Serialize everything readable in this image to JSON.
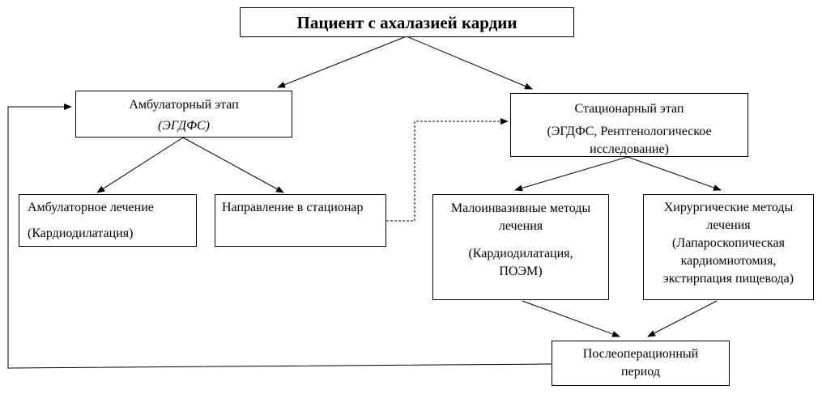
{
  "root": {
    "label": "Пациент с ахалазией кардии"
  },
  "outpatient": {
    "title": "Амбулаторный этап",
    "detail": "(ЭГДФС)"
  },
  "inpatient": {
    "title": "Стационарный этап",
    "detail_line1": "(ЭГДФС, Рентгенологическое",
    "detail_line2": "исследование)"
  },
  "outpatient_treatment": {
    "line1": "Амбулаторное лечение",
    "line2": "(Кардиодилатация)"
  },
  "referral": {
    "label": "Направление в стационар"
  },
  "minimally_invasive": {
    "line1": "Малоинвазивные методы",
    "line2": "лечения",
    "line3": "(Кардиодилатация,",
    "line4": "ПОЭМ)"
  },
  "surgical": {
    "line1": "Хирургические методы",
    "line2": "лечения",
    "line3": "(Лапароскопическая",
    "line4": "кардиомиотомия,",
    "line5": "экстирпация пищевода)"
  },
  "postop": {
    "line1": "Послеоперационный",
    "line2": "период"
  }
}
